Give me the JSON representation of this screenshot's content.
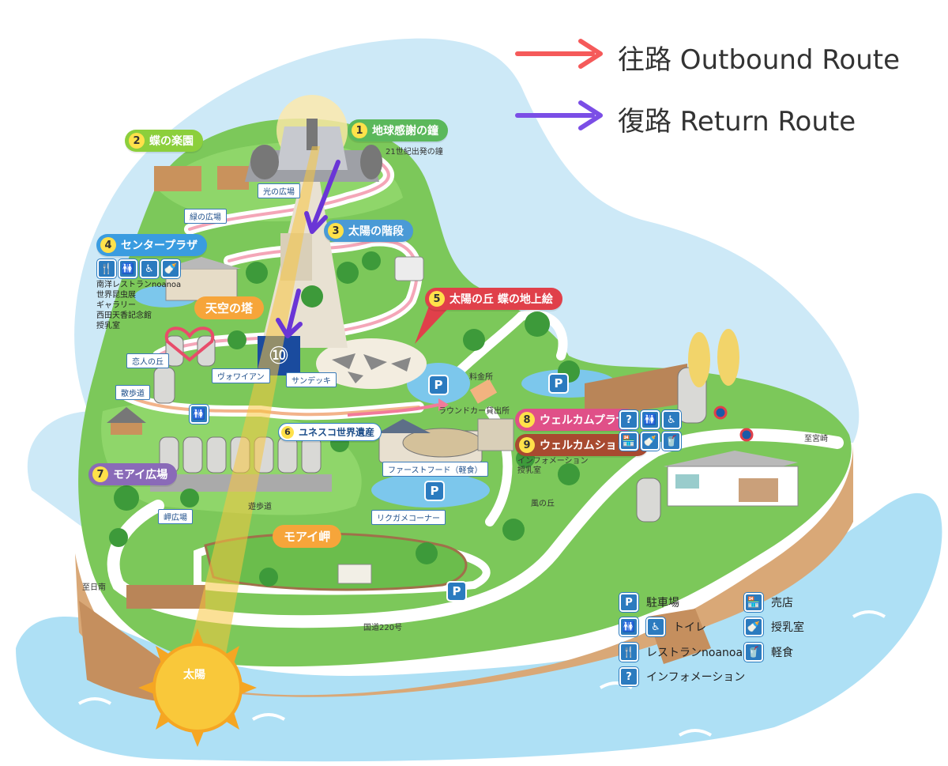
{
  "route_legend": {
    "outbound": {
      "label": "往路 Outbound Route",
      "color": "#f55a5a"
    },
    "return": {
      "label": "復路 Return Route",
      "color": "#7b4ee6"
    }
  },
  "numbered_spots": [
    {
      "num": "1",
      "name": "地球感謝の鐘",
      "color": "#5bb85b"
    },
    {
      "num": "2",
      "name": "蝶の楽園",
      "color": "#8ccf3c"
    },
    {
      "num": "3",
      "name": "太陽の階段",
      "color": "#4a9ad6"
    },
    {
      "num": "4",
      "name": "センタープラザ",
      "color": "#3a9ce0"
    },
    {
      "num": "5",
      "name": "太陽の丘 蝶の地上絵",
      "color": "#e0404a"
    },
    {
      "num": "6",
      "name": "ユネスコ世界遺産",
      "color": "#2f7fc4"
    },
    {
      "num": "7",
      "name": "モアイ広場",
      "color": "#8a6ab8"
    },
    {
      "num": "8",
      "name": "ウェルカムプラザ",
      "color": "#e05088"
    },
    {
      "num": "9",
      "name": "ウェルカムショップ",
      "color": "#a84a30"
    }
  ],
  "marker_10": "⑩",
  "yellow_labels": {
    "tower": "天空の塔",
    "moai_cape": "モアイ岬"
  },
  "place_labels": {
    "century_bell": "21世紀出発の鐘",
    "light_plaza": "光の広場",
    "green_plaza": "緑の広場",
    "lovers_hill": "恋人の丘",
    "walking_path": "散歩道",
    "vowaian": "ヴォワイアン",
    "sundeck": "サンデッキ",
    "roundcar": "ラウンドカー貸出所",
    "fare": "料金所",
    "fastfood": "ファーストフード（軽食）",
    "tortoise": "リクガメコーナー",
    "wind_hill": "風の丘",
    "promenade": "遊歩道",
    "cape_plaza": "岬広場",
    "to_nichinan": "至日南",
    "to_miyazaki": "至宮崎",
    "route220": "国道220号",
    "info_nursing": "インフォメーション\n授乳室",
    "sun": "太陽"
  },
  "center_plaza_list": [
    "南洋レストランnoanoa",
    "世界昆虫展",
    "ギャラリー",
    "西田天香記念館",
    "授乳室"
  ],
  "facility_legend": [
    {
      "icon": "P",
      "label": "駐車場"
    },
    {
      "icon": "🚻",
      "label": "トイレ"
    },
    {
      "icon": "🍴",
      "label": "レストランnoanoa"
    },
    {
      "icon": "?",
      "label": "インフォメーション"
    },
    {
      "icon": "🏪",
      "label": "売店"
    },
    {
      "icon": "🍼",
      "label": "授乳室"
    },
    {
      "icon": "🥤",
      "label": "軽食"
    }
  ],
  "parking_label": "P",
  "colors": {
    "sea": "#aee0f5",
    "sky_cloud": "#cde9f7",
    "grass": "#7cc85a",
    "grass_dark": "#5fae45",
    "cliff": "#d9a877",
    "path": "#ffffff",
    "facility_blue": "#2b7bbf"
  }
}
